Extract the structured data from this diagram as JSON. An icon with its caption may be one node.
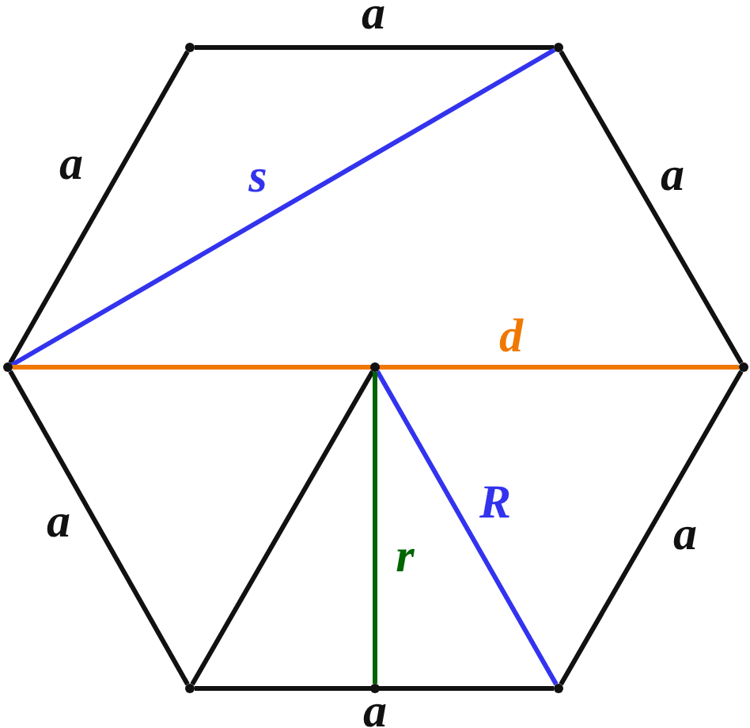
{
  "diagram": {
    "nodes": [
      {
        "text": [],
        "shape": "circle"
      },
      {
        "text": [],
        "shape": "circle"
      },
      {
        "text": [],
        "shape": "circle"
      },
      {
        "text": [],
        "shape": "circle"
      },
      {
        "text": [],
        "shape": "circle"
      },
      {
        "text": [],
        "shape": "circle"
      },
      {
        "text": [],
        "shape": "circle"
      },
      {
        "text": [],
        "shape": "circle"
      }
    ],
    "edges": [
      {
        "from": 0,
        "to": 1,
        "arrow": "none",
        "label": "a"
      },
      {
        "from": 2,
        "to": 0,
        "arrow": "none",
        "label": "a"
      },
      {
        "from": 1,
        "to": 4,
        "arrow": "none",
        "label": "a"
      },
      {
        "from": 2,
        "to": 1,
        "arrow": "none",
        "label": "s",
        "color": "#3333ee"
      },
      {
        "from": 2,
        "to": 4,
        "arrow": "none",
        "label": "d",
        "color": "#f07800"
      },
      {
        "from": 3,
        "to": 5,
        "arrow": "none"
      },
      {
        "from": 3,
        "to": 7,
        "arrow": "none",
        "label": "R",
        "color": "#3333ee"
      },
      {
        "from": 3,
        "to": 6,
        "arrow": "none",
        "label": "r",
        "color": "#006400"
      },
      {
        "from": 5,
        "to": 2,
        "arrow": "none",
        "label": "a"
      },
      {
        "from": 4,
        "to": 7,
        "arrow": "none",
        "label": "a"
      },
      {
        "from": 7,
        "to": 5,
        "arrow": "none",
        "label": "a"
      }
    ]
  }
}
